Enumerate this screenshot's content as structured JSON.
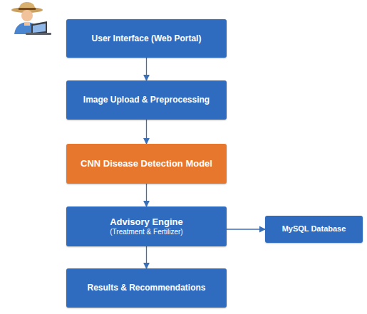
{
  "diagram": {
    "nodes": [
      {
        "text": [
          "User Interface (Web Portal)"
        ]
      },
      {
        "text": [
          "Image Upload & Preprocessing"
        ]
      },
      {
        "text": [
          "CNN Disease Detection Model"
        ]
      },
      {
        "text": [
          "Advisory Engine",
          "(Treatment & Fertilizer)"
        ]
      },
      {
        "text": [
          "MySQL Database"
        ]
      },
      {
        "text": [
          "Results & Recommendations"
        ]
      }
    ],
    "edges": [
      {
        "from": 0,
        "to": 1,
        "arrow": "to"
      },
      {
        "from": 1,
        "to": 2,
        "arrow": "to"
      },
      {
        "from": 2,
        "to": 3,
        "arrow": "to"
      },
      {
        "from": 3,
        "to": 4,
        "arrow": "to"
      },
      {
        "from": 3,
        "to": 5,
        "arrow": "to"
      }
    ]
  }
}
